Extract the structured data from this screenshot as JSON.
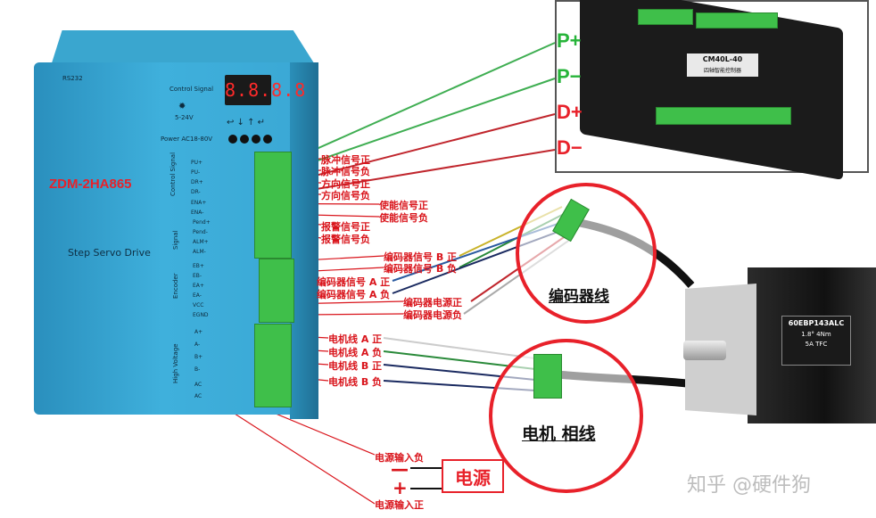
{
  "driver": {
    "model": "ZDM-2HA865",
    "name": "Step Servo Drive",
    "rs232": "RS232",
    "control_signal": "Control Signal",
    "display": "8.8.8.8",
    "voltage_5_24": "5-24V",
    "power_ac": "Power AC18-80V",
    "side_control": "Control Signal",
    "side_signal": "Signal",
    "side_encoder": "Encoder",
    "side_hv": "High Voltage",
    "pins_control": [
      "PU+",
      "PU-",
      "DR+",
      "DR-",
      "ENA+",
      "ENA-"
    ],
    "pins_signal": [
      "Pend+",
      "Pend-",
      "ALM+",
      "ALM-"
    ],
    "pins_encoder": [
      "EB+",
      "EB-",
      "EA+",
      "EA-",
      "VCC",
      "EGND"
    ],
    "pins_motor": [
      "A+",
      "A-",
      "B+",
      "B-",
      "AC",
      "AC"
    ]
  },
  "labels": {
    "pulse_pos": "脉冲信号正",
    "pulse_neg": "脉冲信号负",
    "dir_pos": "方向信号正",
    "dir_neg": "方向信号负",
    "en_pos": "使能信号正",
    "en_neg": "使能信号负",
    "alm_pos": "报警信号正",
    "alm_neg": "报警信号负",
    "encB_pos": "编码器信号 B 正",
    "encB_neg": "编码器信号 B 负",
    "encA_pos": "编码器信号 A 正",
    "encA_neg": "编码器信号 A 负",
    "encP_pos": "编码器电源正",
    "encP_neg": "编码器电源负",
    "mA_pos": "电机线 A 正",
    "mA_neg": "电机线 A 负",
    "mB_pos": "电机线 B 正",
    "mB_neg": "电机线 B 负",
    "pw_neg": "电源输入负",
    "pw_pos": "电源输入正",
    "minus": "—",
    "plus": "+",
    "power": "电源"
  },
  "controller": {
    "model": "CM40L-40",
    "sub": "四轴智能控制器",
    "p_plus": "P+",
    "p_minus": "P−",
    "d_plus": "D+",
    "d_minus": "D−"
  },
  "circles": {
    "encoder_wire": "编码器线",
    "motor_phase": "电机 相线"
  },
  "motor": {
    "model": "60EBP143ALC",
    "angle": "1.8°",
    "torque": "4Nm",
    "current": "5A",
    "tfc": "TFC"
  },
  "watermark": "知乎 @硬件狗",
  "colors": {
    "red": "#e8212a",
    "green": "#27b43a",
    "blue": "#3aa6cf"
  }
}
